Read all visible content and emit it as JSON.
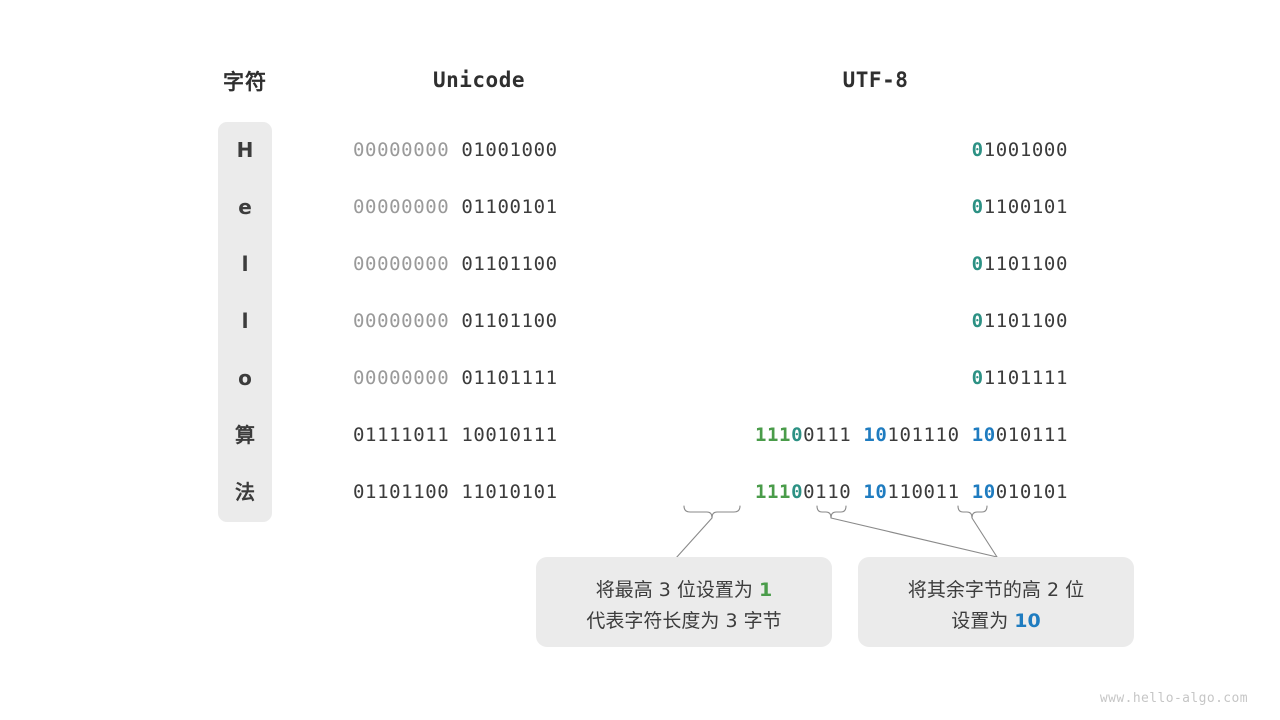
{
  "headers": {
    "char": "字符",
    "unicode": "Unicode",
    "utf8": "UTF-8"
  },
  "colors": {
    "green": "#4a9c4a",
    "teal": "#2c9184",
    "blue": "#1f7cc0",
    "dim": "#9a9a9a",
    "dark": "#3c3c3c",
    "box_bg": "#ebebeb"
  },
  "rows": [
    {
      "char": "H",
      "unicode_high": "00000000",
      "unicode_low": "01001000",
      "unicode_high_dim": true,
      "utf8_segments": [
        {
          "text": "0",
          "color": "teal"
        },
        {
          "text": "1001000",
          "color": "dark"
        }
      ]
    },
    {
      "char": "e",
      "unicode_high": "00000000",
      "unicode_low": "01100101",
      "unicode_high_dim": true,
      "utf8_segments": [
        {
          "text": "0",
          "color": "teal"
        },
        {
          "text": "1100101",
          "color": "dark"
        }
      ]
    },
    {
      "char": "l",
      "unicode_high": "00000000",
      "unicode_low": "01101100",
      "unicode_high_dim": true,
      "utf8_segments": [
        {
          "text": "0",
          "color": "teal"
        },
        {
          "text": "1101100",
          "color": "dark"
        }
      ]
    },
    {
      "char": "l",
      "unicode_high": "00000000",
      "unicode_low": "01101100",
      "unicode_high_dim": true,
      "utf8_segments": [
        {
          "text": "0",
          "color": "teal"
        },
        {
          "text": "1101100",
          "color": "dark"
        }
      ]
    },
    {
      "char": "o",
      "unicode_high": "00000000",
      "unicode_low": "01101111",
      "unicode_high_dim": true,
      "utf8_segments": [
        {
          "text": "0",
          "color": "teal"
        },
        {
          "text": "1101111",
          "color": "dark"
        }
      ]
    },
    {
      "char": "算",
      "unicode_high": "01111011",
      "unicode_low": "10010111",
      "unicode_high_dim": false,
      "utf8_segments": [
        {
          "text": "111",
          "color": "green"
        },
        {
          "text": "0",
          "color": "teal"
        },
        {
          "text": "0111",
          "color": "dark"
        },
        {
          "text": " ",
          "color": "dark"
        },
        {
          "text": "10",
          "color": "blue"
        },
        {
          "text": "101110",
          "color": "dark"
        },
        {
          "text": " ",
          "color": "dark"
        },
        {
          "text": "10",
          "color": "blue"
        },
        {
          "text": "010111",
          "color": "dark"
        }
      ]
    },
    {
      "char": "法",
      "unicode_high": "01101100",
      "unicode_low": "11010101",
      "unicode_high_dim": false,
      "utf8_segments": [
        {
          "text": "111",
          "color": "green"
        },
        {
          "text": "0",
          "color": "teal"
        },
        {
          "text": "0110",
          "color": "dark"
        },
        {
          "text": " ",
          "color": "dark"
        },
        {
          "text": "10",
          "color": "blue"
        },
        {
          "text": "110011",
          "color": "dark"
        },
        {
          "text": " ",
          "color": "dark"
        },
        {
          "text": "10",
          "color": "blue"
        },
        {
          "text": "010101",
          "color": "dark"
        }
      ]
    }
  ],
  "callouts": {
    "left": {
      "line1_pre": "将最高 3 位设置为 ",
      "line1_hl": "1",
      "line1_hl_color": "green",
      "line2": "代表字符长度为 3 字节"
    },
    "right": {
      "line1": "将其余字节的高 2 位",
      "line2_pre": "设置为 ",
      "line2_hl": "10",
      "line2_hl_color": "blue"
    }
  },
  "watermark": "www.hello-algo.com"
}
